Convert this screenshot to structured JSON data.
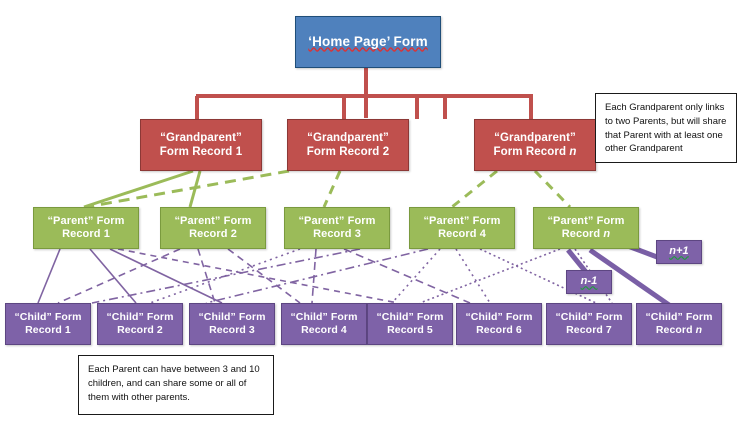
{
  "diagram": {
    "title_node": {
      "name": "home-page-form",
      "line1": "‘Home Page’ Form",
      "line2": ""
    },
    "grandparents": [
      {
        "line1": "“Grandparent”",
        "line2": "Form Record 1",
        "suffix": "1"
      },
      {
        "line1": "“Grandparent”",
        "line2": "Form Record 2",
        "suffix": "2"
      },
      {
        "line1": "“Grandparent”",
        "line2": "Form Record ",
        "suffix": "n"
      }
    ],
    "parents": [
      {
        "line1": "“Parent” Form",
        "line2": "Record 1",
        "suffix": "1"
      },
      {
        "line1": "“Parent” Form",
        "line2": "Record 2",
        "suffix": "2"
      },
      {
        "line1": "“Parent” Form",
        "line2": "Record 3",
        "suffix": "3"
      },
      {
        "line1": "“Parent” Form",
        "line2": "Record 4",
        "suffix": "4"
      },
      {
        "line1": "“Parent” Form",
        "line2": "Record ",
        "suffix": "n"
      }
    ],
    "children": [
      {
        "line1": "“Child” Form",
        "line2": "Record 1",
        "suffix": "1"
      },
      {
        "line1": "“Child” Form",
        "line2": "Record 2",
        "suffix": "2"
      },
      {
        "line1": "“Child” Form",
        "line2": "Record 3",
        "suffix": "3"
      },
      {
        "line1": "“Child” Form",
        "line2": "Record 4",
        "suffix": "4"
      },
      {
        "line1": "“Child” Form",
        "line2": "Record 5",
        "suffix": "5"
      },
      {
        "line1": "“Child” Form",
        "line2": "Record 6",
        "suffix": "6"
      },
      {
        "line1": "“Child” Form",
        "line2": "Record 7",
        "suffix": "7"
      },
      {
        "line1": "“Child” Form",
        "line2": "Record ",
        "suffix": "n"
      }
    ],
    "tags": [
      {
        "name": "tag-n-plus-1",
        "label": "n+1"
      },
      {
        "name": "tag-n-minus-1",
        "label": "n-1"
      }
    ],
    "callouts": {
      "grandparent_note": "Each Grandparent only links to two Parents, but will share that Parent with at least one other Grandparent",
      "parent_note": "Each Parent can have between 3 and 10 children, and can share some or all of them with other parents."
    },
    "colors": {
      "home": "#4f81bd",
      "grandparent": "#c0504d",
      "parent": "#9bbb59",
      "child": "#7e62a8",
      "connector_home": "#c0504d",
      "connector_grandparent": "#9bbb59",
      "connector_parent": "#8064a2",
      "background": "#ffffff",
      "callout_border": "#1a1a1a"
    }
  }
}
